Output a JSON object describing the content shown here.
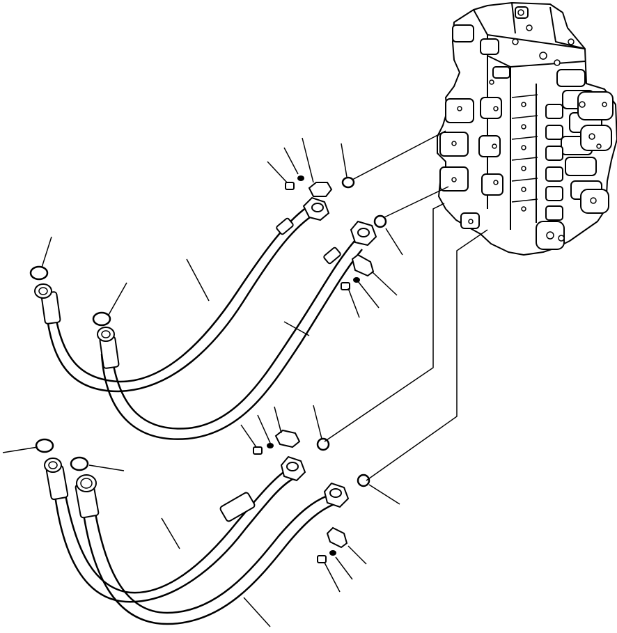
{
  "diagram": {
    "kind": "exploded parts illustration",
    "colors": {
      "line": "#000000",
      "background": "#ffffff",
      "fill": "#ffffff",
      "shade": "#000000"
    },
    "assembly": {
      "name": "control valve"
    },
    "parts": [
      {
        "name": "hose-upper-left"
      },
      {
        "name": "hose-upper-right"
      },
      {
        "name": "hose-lower-left"
      },
      {
        "name": "hose-lower-right"
      },
      {
        "name": "split-flange-half"
      },
      {
        "name": "bolt"
      },
      {
        "name": "lock-washer"
      },
      {
        "name": "o-ring"
      }
    ]
  }
}
